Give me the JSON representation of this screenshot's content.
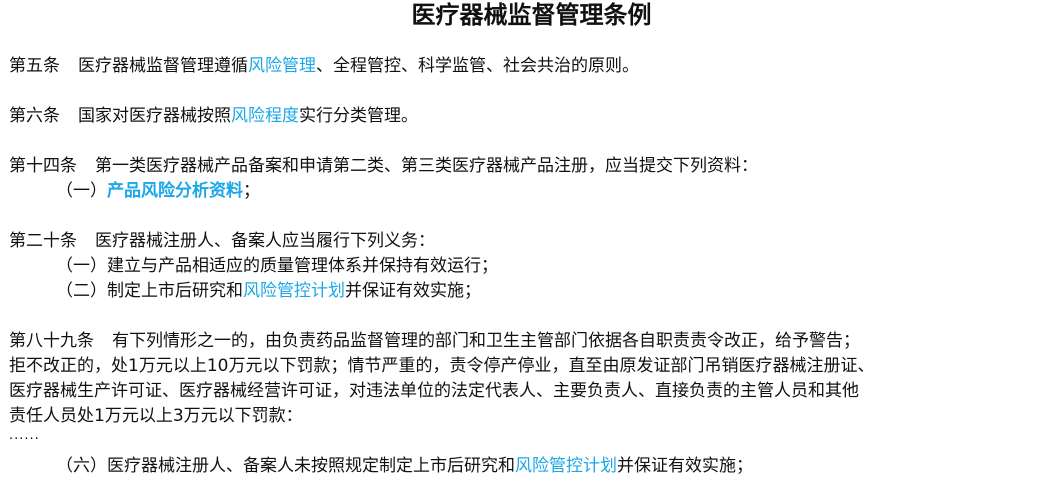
{
  "title": "医疗器械监督管理条例",
  "highlight_color": "#1ba7e8",
  "article5": {
    "label": "第五条",
    "before": "医疗器械监督管理遵循",
    "highlight": "风险管理",
    "after": "、全程管控、科学监管、社会共治的原则。"
  },
  "article6": {
    "label": "第六条",
    "before": "国家对医疗器械按照",
    "highlight": "风险程度",
    "after": "实行分类管理。"
  },
  "article14": {
    "label": "第十四条",
    "text": "第一类医疗器械产品备案和申请第二类、第三类医疗器械产品注册，应当提交下列资料：",
    "item1": {
      "prefix": "（一）",
      "highlight": "产品风险分析资料",
      "after": "；"
    }
  },
  "article20": {
    "label": "第二十条",
    "text": "医疗器械注册人、备案人应当履行下列义务：",
    "item1": {
      "text": "（一）建立与产品相适应的质量管理体系并保持有效运行；"
    },
    "item2": {
      "before": "（二）制定上市后研究和",
      "highlight": "风险管控计划",
      "after": "并保证有效实施；"
    }
  },
  "article89": {
    "label": "第八十九条",
    "line1": "有下列情形之一的，由负责药品监督管理的部门和卫生主管部门依据各自职责责令改正，给予警告；",
    "line2": "拒不改正的，处1万元以上10万元以下罚款；情节严重的，责令停产停业，直至由原发证部门吊销医疗器械注册证、",
    "line3": "医疗器械生产许可证、医疗器械经营许可证，对违法单位的法定代表人、主要负责人、直接负责的主管人员和其他",
    "line4": "责任人员处1万元以上3万元以下罚款：",
    "ellipsis": "......",
    "item6": {
      "before": "（六）医疗器械注册人、备案人未按照规定制定上市后研究和",
      "highlight": "风险管控计划",
      "after": "并保证有效实施；"
    }
  }
}
